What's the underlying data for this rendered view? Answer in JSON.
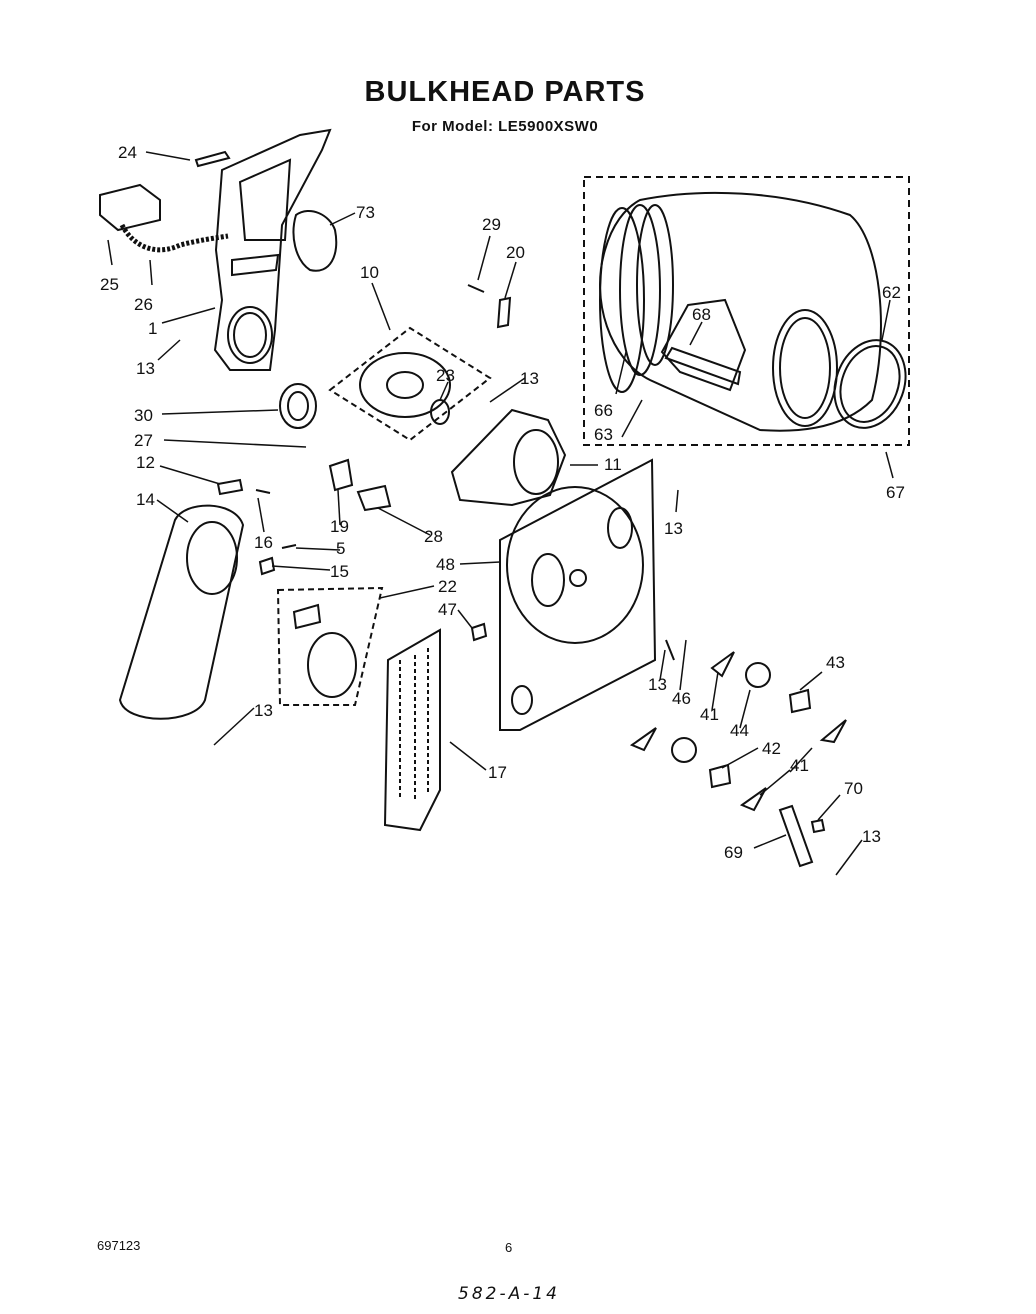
{
  "header": {
    "title": "BULKHEAD PARTS",
    "subtitle": "For Model: LE5900XSW0"
  },
  "footer": {
    "doc_number": "697123",
    "page_number": "6",
    "handwritten_code": "582-A-14"
  },
  "callouts": [
    "24",
    "73",
    "25",
    "26",
    "1",
    "13",
    "10",
    "29",
    "20",
    "30",
    "23",
    "13",
    "27",
    "12",
    "11",
    "14",
    "16",
    "19",
    "28",
    "5",
    "15",
    "22",
    "48",
    "47",
    "13",
    "13",
    "46",
    "41",
    "43",
    "44",
    "42",
    "41",
    "70",
    "69",
    "13",
    "17",
    "13",
    "68",
    "62",
    "66",
    "63",
    "67"
  ]
}
